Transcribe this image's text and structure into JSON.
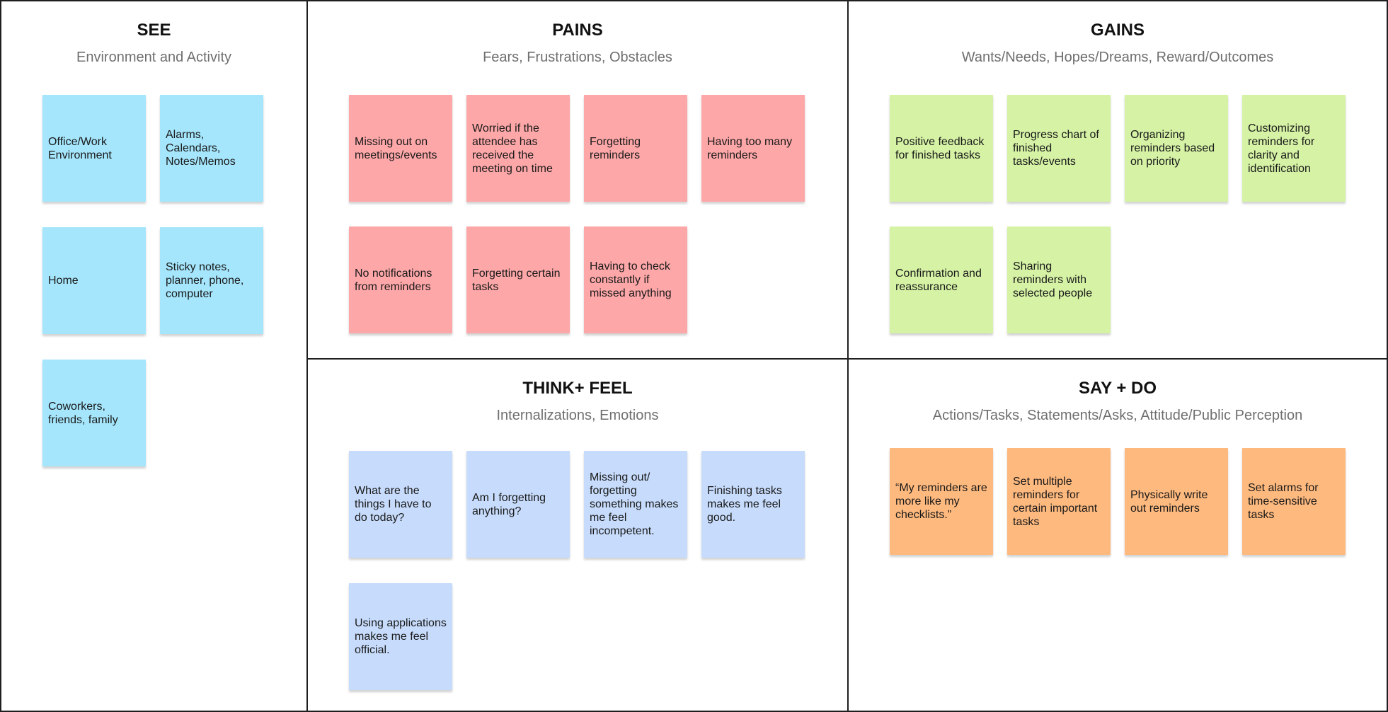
{
  "see": {
    "title": "SEE",
    "subtitle": "Environment and Activity",
    "notes": [
      "Office/Work Environment",
      "Alarms, Calendars, Notes/Memos",
      "Home",
      "Sticky notes, planner, phone, computer",
      "Coworkers, friends, family"
    ]
  },
  "pains": {
    "title": "PAINS",
    "subtitle": "Fears, Frustrations, Obstacles",
    "notes": [
      "Missing out on meetings/events",
      "Worried if the attendee has received the meeting on time",
      "Forgetting reminders",
      "Having too many reminders",
      "No notifications from reminders",
      "Forgetting certain tasks",
      "Having to check constantly if missed anything"
    ]
  },
  "gains": {
    "title": "GAINS",
    "subtitle": "Wants/Needs, Hopes/Dreams, Reward/Outcomes",
    "notes": [
      "Positive feedback for finished tasks",
      "Progress chart of finished tasks/events",
      "Organizing reminders based on priority",
      "Customizing reminders for clarity and identification",
      "Confirmation and reassurance",
      "Sharing reminders with selected people"
    ]
  },
  "think": {
    "title": "THINK+ FEEL",
    "subtitle": "Internalizations, Emotions",
    "notes": [
      "What are the things I have to do today?",
      "Am I forgetting anything?",
      "Missing out/ forgetting something makes me feel incompetent.",
      "Finishing tasks makes me feel good.",
      "Using applications makes me feel official."
    ]
  },
  "say": {
    "title": "SAY + DO",
    "subtitle": "Actions/Tasks, Statements/Asks, Attitude/Public Perception",
    "notes": [
      "“My reminders are more like my checklists.”",
      "Set multiple reminders for certain important tasks",
      "Physically write out reminders",
      "Set alarms for time-sensitive tasks"
    ]
  },
  "colors": {
    "see": "#a5e6fc",
    "pains": "#fea7a8",
    "gains": "#d5f2a5",
    "think": "#c7dcfc",
    "say": "#feb97e",
    "border": "#1f1f1f"
  }
}
